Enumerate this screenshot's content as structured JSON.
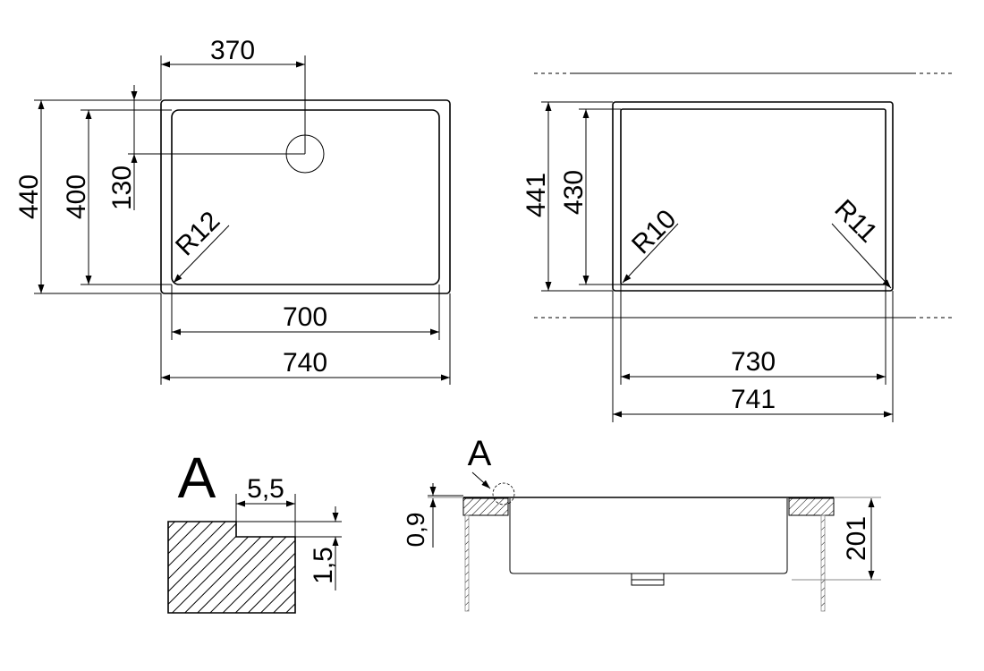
{
  "top_view": {
    "dim_width_outer": "740",
    "dim_width_inner": "700",
    "dim_height_outer": "440",
    "dim_height_inner": "400",
    "dim_drain_x": "370",
    "dim_drain_y": "130",
    "radius": "R12"
  },
  "cutout_view": {
    "dim_width_outer": "741",
    "dim_width_inner": "730",
    "dim_height_outer": "441",
    "dim_height_inner": "430",
    "radius_left": "R10",
    "radius_right": "R11"
  },
  "detail_a": {
    "label": "A",
    "dim_width": "5,5",
    "dim_height": "1,5"
  },
  "section_view": {
    "detail_label": "A",
    "dim_thickness": "0,9",
    "dim_depth": "201"
  },
  "colors": {
    "line": "#000000",
    "hatch": "#000000",
    "background": "#ffffff"
  }
}
